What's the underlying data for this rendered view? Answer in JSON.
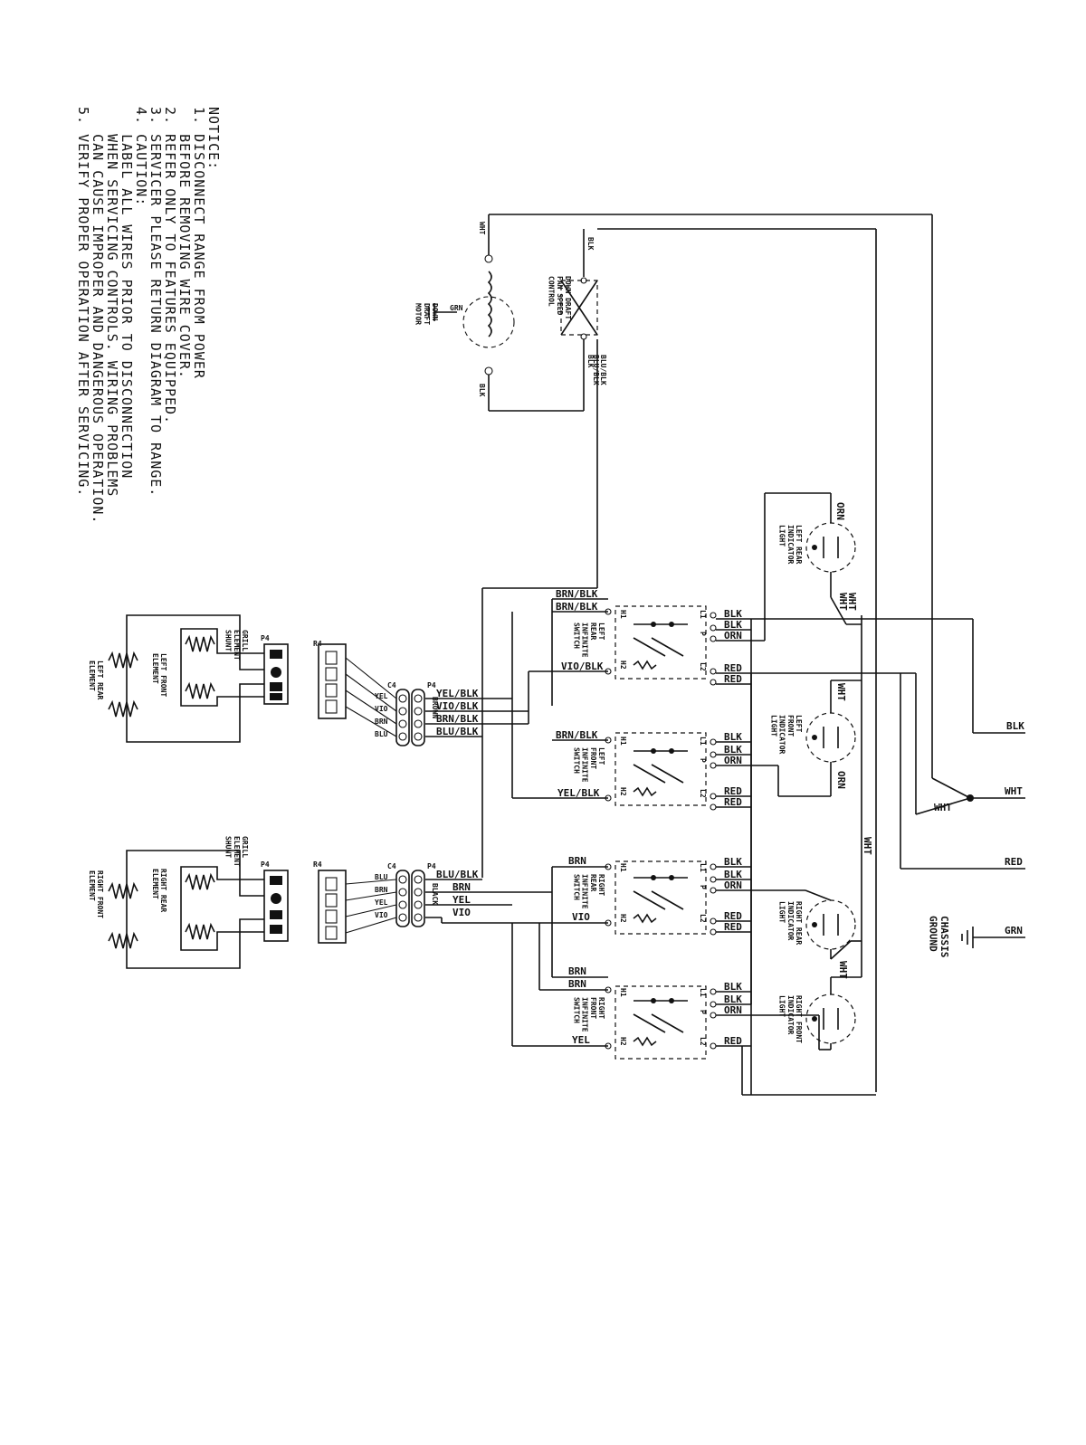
{
  "notice": {
    "title": "NOTICE:",
    "items": [
      "1. DISCONNECT RANGE FROM POWER",
      "   BEFORE REMOVING WIRE COVER.",
      "2. REFER ONLY TO FEATURES EQUIPPED.",
      "3. SERVICER PLEASE RETURN DIAGRAM TO RANGE.",
      "4. CAUTION:",
      "   LABEL ALL WIRES PRIOR TO DISCONNECTION",
      "   WHEN SERVICING CONTROLS. WIRING PROBLEMS",
      "   CAN CAUSE IMPROPER AND DANGEROUS OPERATION.",
      "5. VERIFY PROPER OPERATION AFTER SERVICING."
    ]
  },
  "power": {
    "l1": "BLK",
    "n": "WHT",
    "n_branch": "WHT",
    "l2": "RED",
    "gnd": "GRN",
    "chassis_ground": "CHASSIS\nGROUND"
  },
  "downdraft": {
    "motor": "DOWN\nDRAFT\nMOTOR",
    "motor_gnd": "GRN",
    "motor_wht": "WHT",
    "motor_blk": "BLK",
    "control": "DOWN DRAFT\nFAN SPEED\nCONTROL",
    "ctrl_blk_top": "BLK",
    "ctrl_blk": "BLK",
    "ctrl_blublk_1": "BLU/BLK",
    "ctrl_blublk_2": "BLU/BLK"
  },
  "switches": [
    {
      "name": "LEFT\nREAR\nINFINITE\nSWITCH",
      "h1_wire": "BRN/BLK",
      "h2_wire": "VIO/BLK",
      "extra_wire": "BRN/BLK"
    },
    {
      "name": "LEFT\nFRONT\nINFINITE\nSWITCH",
      "h1_wire": "BRN/BLK",
      "h2_wire": "YEL/BLK"
    },
    {
      "name": "RIGHT\nREAR\nINFINITE\nSWITCH",
      "h1_wire": "BRN",
      "h2_wire": "VIO"
    },
    {
      "name": "RIGHT\nFRONT\nINFINITE\nSWITCH",
      "h1_wire": "BRN",
      "extra_wire": "BRN",
      "h2_wire": "YEL"
    }
  ],
  "switch_terminals": {
    "h1": "H1",
    "h2": "H2",
    "l1": "L1",
    "p": "P",
    "l2": "L2"
  },
  "switch_wires": {
    "blk": "BLK",
    "orn": "ORN",
    "red": "RED"
  },
  "lights": [
    {
      "name": "LEFT REAR\nINDICATOR\nLIGHT",
      "wire_a": "ORN",
      "wire_b": "WHT"
    },
    {
      "name": "LEFT\nFRONT\nINDICATOR\nLIGHT",
      "wire_a": "WHT",
      "wire_b": "ORN"
    },
    {
      "name": "RIGHT REAR\nINDICATOR\nLIGHT",
      "wire_a": "WHT"
    },
    {
      "name": "RIGHT FRONT\nINDICATOR\nLIGHT",
      "wire_a": "WHT"
    }
  ],
  "wht_bus": "WHT",
  "wht_bus_2": "WHT",
  "left_cartridge": {
    "plug": "P4",
    "plug_color": "BROWN",
    "connector": "C4",
    "receptacle": "R4",
    "plug_wires": [
      "YEL/BLK",
      "VIO/BLK",
      "BRN/BLK",
      "BLU/BLK"
    ],
    "conn_wires": [
      "YEL",
      "VIO",
      "BRN",
      "BLU"
    ],
    "p4": "P4",
    "grill_shunt": "GRILL\nELEMENT\nSHUNT",
    "front_element": "LEFT FRONT\nELEMENT",
    "rear_element": "LEFT REAR\nELEMENT"
  },
  "right_cartridge": {
    "plug": "P4",
    "plug_color": "BLACK",
    "connector": "C4",
    "receptacle": "R4",
    "plug_wires": [
      "BLU/BLK",
      "BRN",
      "YEL",
      "VIO"
    ],
    "conn_wires": [
      "BLU",
      "BRN",
      "YEL",
      "VIO"
    ],
    "p4": "P4",
    "grill_shunt": "GRILL\nELEMENT\nSHUNT",
    "rear_element": "RIGHT REAR\nELEMENT",
    "front_element": "RIGHT FRONT\nELEMENT"
  }
}
